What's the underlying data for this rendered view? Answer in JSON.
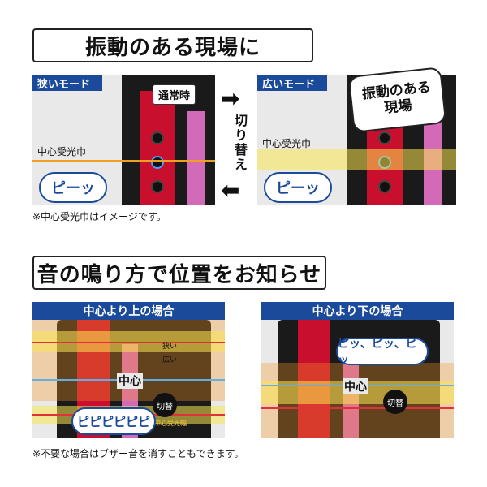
{
  "section1": {
    "title": "振動のある現場に",
    "narrow_tag": "狭いモード",
    "wide_tag": "広いモード",
    "normal_label": "通常時",
    "switch_label": "切り替え",
    "center_width_label_left": "中心受光巾",
    "center_width_label_right": "中心受光巾",
    "sound_left": "ピーッ",
    "sound_right": "ピーッ",
    "vibration_badge": "振動のある現場",
    "note": "※中心受光巾はイメージです。"
  },
  "section2": {
    "title": "音の鳴り方で位置をお知らせ",
    "above_header": "中心より上の場合",
    "below_header": "中心より下の場合",
    "center_label_left": "中心",
    "center_label_right": "中心",
    "beeps_above": "ピピピピピピ",
    "beeps_below": "ピッ、ピッ、ピッ",
    "switch_button": "切替",
    "switch_button_right": "切替",
    "narrow_small": "狭い",
    "wide_small": "広い",
    "center_width_small": "中心受光幅",
    "note": "※不要な場合はブザー音を消すこともできます。"
  },
  "colors": {
    "accent_blue": "#1b4a9a",
    "red": "#c8102e",
    "pink": "#d36ab8",
    "yellow_band": "#fae650",
    "orange_band": "#f89628"
  }
}
